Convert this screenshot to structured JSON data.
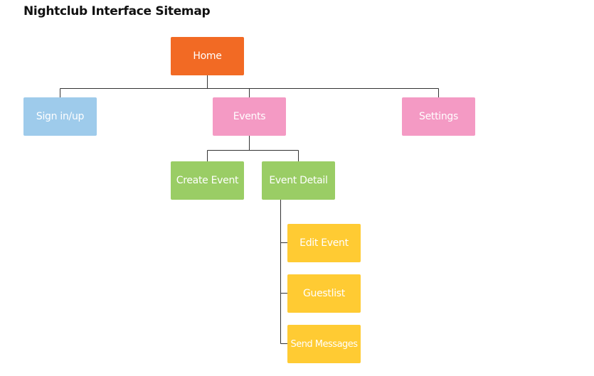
{
  "title": "Nightclub Interface Sitemap",
  "colors": {
    "home": "#f26a24",
    "sign_in": "#9ecbeb",
    "pink": "#f49ac4",
    "green": "#9acd65",
    "yellow": "#ffcb33",
    "line": "#333333"
  },
  "nodes": {
    "home": "Home",
    "sign_in": "Sign in/up",
    "events": "Events",
    "settings": "Settings",
    "create_event": "Create Event",
    "event_detail": "Event Detail",
    "edit_event": "Edit Event",
    "guestlist": "Guestlist",
    "send_messages": "Send Messages"
  }
}
